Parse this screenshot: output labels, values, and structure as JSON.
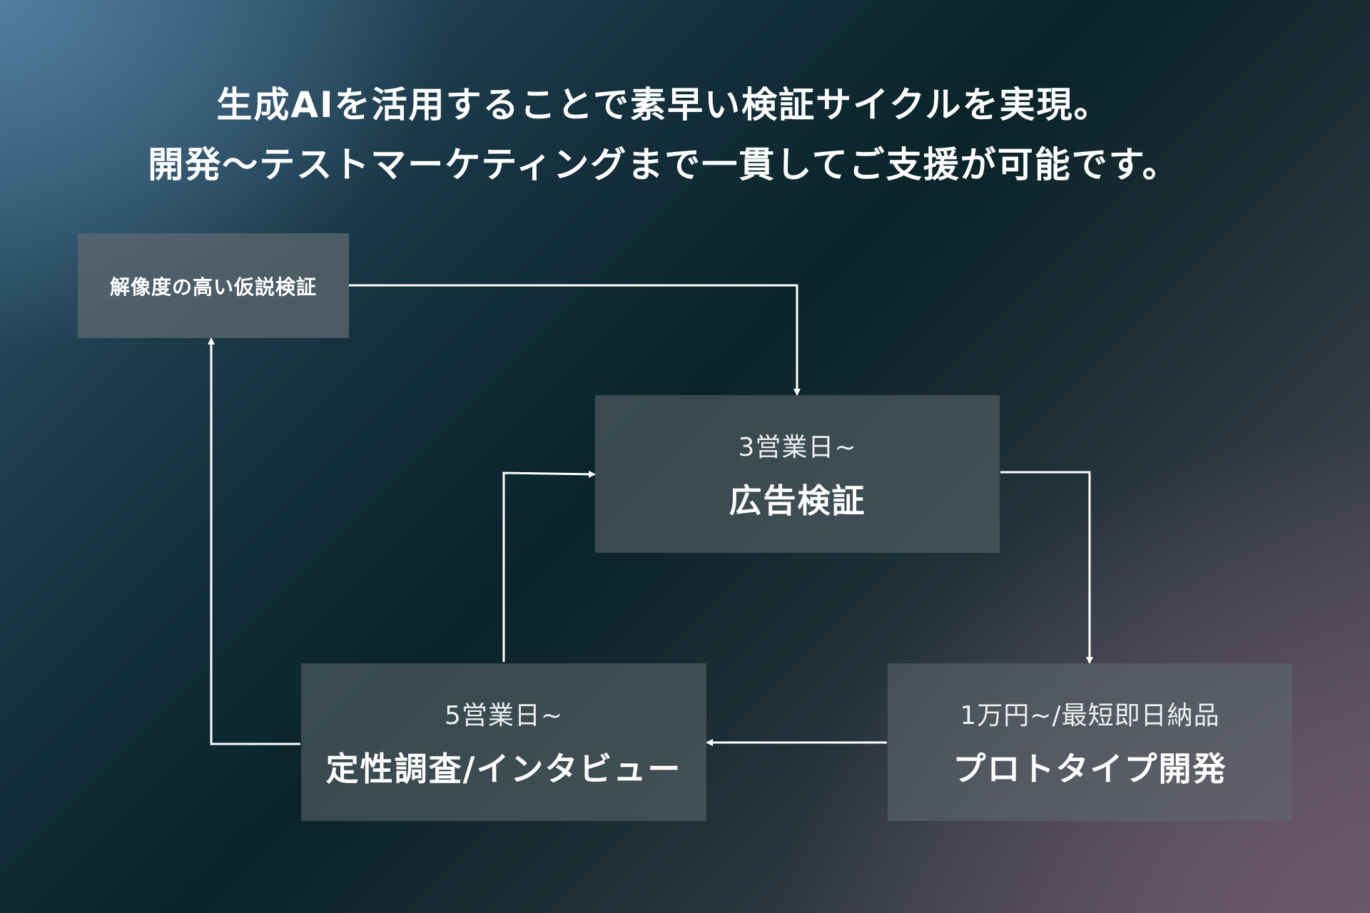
{
  "headline": {
    "line1": "生成AIを活用することで素早い検証サイクルを実現。",
    "line2": "開発〜テストマーケティングまで一貫してご支援が可能です。"
  },
  "boxes": {
    "hypothesis": {
      "label": "解像度の高い仮説検証"
    },
    "ad_test": {
      "sub": "3営業日~",
      "main": "広告検証"
    },
    "prototype": {
      "sub": "1万円~/最短即日納品",
      "main": "プロトタイプ開発"
    },
    "research": {
      "sub": "5営業日~",
      "main": "定性調査/インタビュー"
    }
  },
  "colors": {
    "line": "#ffffff",
    "box": "#5f6970"
  }
}
